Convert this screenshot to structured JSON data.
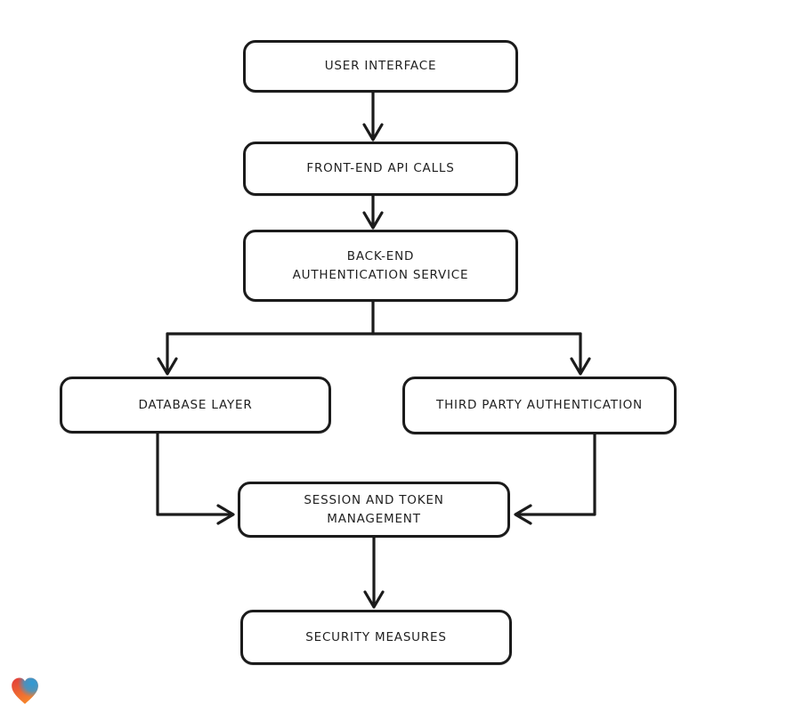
{
  "diagram": {
    "type": "flowchart",
    "style": "hand-drawn-sketch",
    "background_color": "#ffffff",
    "stroke_color": "#1b1b1b",
    "text_color": "#1f1f1f",
    "node_fill_color": "#ffffff",
    "nodes": [
      {
        "id": "user-interface",
        "label": "USER INTERFACE"
      },
      {
        "id": "front-end-api-calls",
        "label": "FRONT-END API CALLS"
      },
      {
        "id": "back-end-authentication-service",
        "label": "BACK-END AUTHENTICATION SERVICE"
      },
      {
        "id": "database-layer",
        "label": "DATABASE LAYER"
      },
      {
        "id": "third-party-authentication",
        "label": "THIRD PARTY AUTHENTICATION"
      },
      {
        "id": "session-and-token-management",
        "label": "SESSION AND TOKEN MANAGEMENT"
      },
      {
        "id": "security-measures",
        "label": "SECURITY MEASURES"
      }
    ],
    "edges": [
      {
        "from": "user-interface",
        "to": "front-end-api-calls"
      },
      {
        "from": "front-end-api-calls",
        "to": "back-end-authentication-service"
      },
      {
        "from": "back-end-authentication-service",
        "to": "database-layer"
      },
      {
        "from": "back-end-authentication-service",
        "to": "third-party-authentication"
      },
      {
        "from": "database-layer",
        "to": "session-and-token-management"
      },
      {
        "from": "third-party-authentication",
        "to": "session-and-token-management"
      },
      {
        "from": "session-and-token-management",
        "to": "security-measures"
      }
    ],
    "logo": {
      "icon": "heart-logo",
      "colors": {
        "red": "#e23b3b",
        "orange": "#f6882b",
        "blue": "#2e9bd6"
      }
    }
  }
}
